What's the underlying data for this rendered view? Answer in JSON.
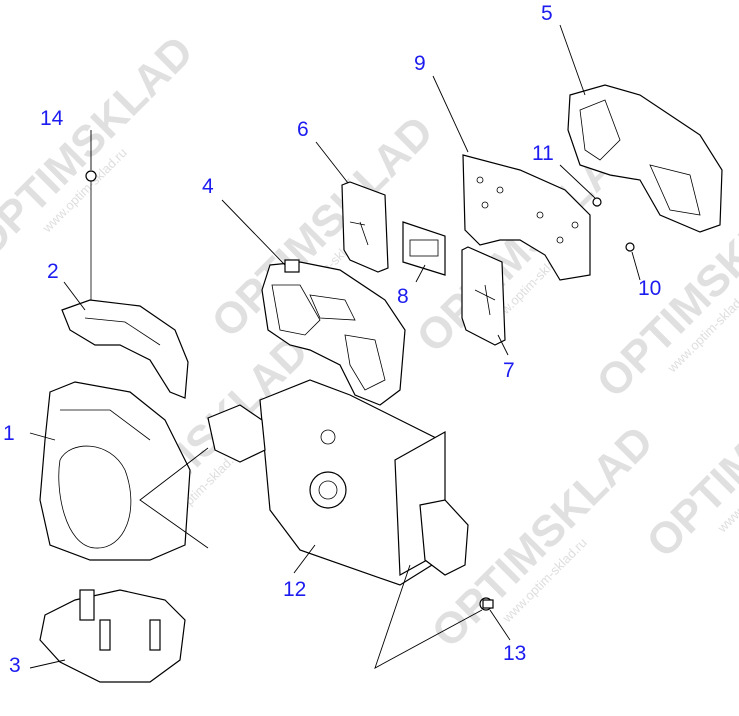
{
  "watermark": {
    "brand": "OPTIMSKLAD",
    "url": "www.optim-sklad.ru"
  },
  "callouts": {
    "c1": "1",
    "c2": "2",
    "c3": "3",
    "c4": "4",
    "c5": "5",
    "c6": "6",
    "c7": "7",
    "c8": "8",
    "c9": "9",
    "c10": "10",
    "c11": "11",
    "c12": "12",
    "c13": "13",
    "c14": "14"
  },
  "colors": {
    "callout": "#1c1cf0",
    "watermark": "#d6d6d6"
  }
}
